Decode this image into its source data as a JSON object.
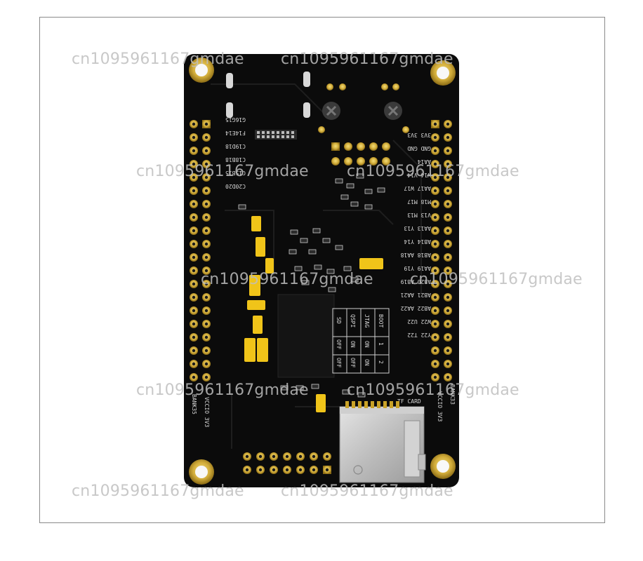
{
  "watermark": {
    "text": "cn1095961167gmdae"
  },
  "silkscreen": {
    "left_labels": [
      "G16G15",
      "F14E14",
      "C19D18",
      "C18B18",
      "C15B15",
      "C20D20"
    ],
    "right_labels": [
      "3V3 3V3",
      "GND GND",
      "AA14",
      "W14 V14",
      "AA17 W17",
      "M18 M17",
      "V13 M13",
      "AA13 Y13",
      "AB14 Y14",
      "AB18 AA18",
      "AA19 Y19",
      "AB20 AB19",
      "AB21 AA21",
      "AB22 AA22",
      "W22 U22",
      "Y22 T22"
    ],
    "left_bottom": "VCCIO 3V3",
    "right_bottom": "VCCIO 3V3",
    "bank_left": "BANK35",
    "bank_right": "BANK33",
    "tf_card": "TF CARD",
    "boot_table": {
      "headers": [
        "BOOT",
        "JTAG",
        "QSPI",
        "SD"
      ],
      "row1": [
        "1",
        "ON",
        "ON",
        "OFF"
      ],
      "row2": [
        "2",
        "ON",
        "OFF",
        "OFF"
      ]
    }
  },
  "colors": {
    "pcb": "#0b0b0b",
    "gold": "#c9a227",
    "component_yellow": "#f0c419",
    "silk": "#d8d8d8"
  }
}
